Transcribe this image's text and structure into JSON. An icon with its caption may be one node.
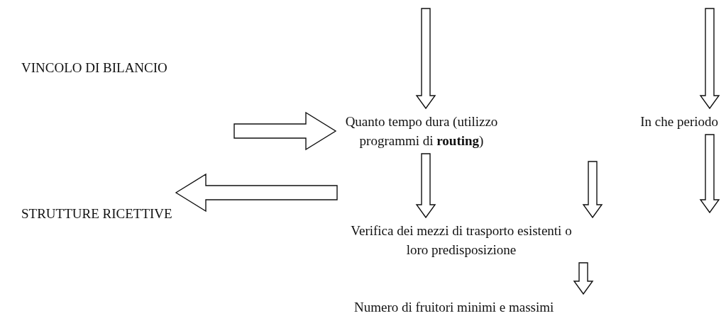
{
  "diagram": {
    "nodes": [
      {
        "text": [
          "VINCOLO DI BILANCIO"
        ]
      },
      {
        "text": [
          "Quanto tempo dura (utilizzo programmi di **routing**)"
        ]
      },
      {
        "text": [
          "In che periodo"
        ]
      },
      {
        "text": [
          "STRUTTURE RICETTIVE"
        ]
      },
      {
        "text": [
          "Verifica dei mezzi di trasporto esistenti o loro predisposizione"
        ]
      },
      {
        "text": [
          "Numero di fruitori minimi e massimi"
        ]
      }
    ],
    "edges": [
      {
        "from": null,
        "to": 1,
        "arrow": "to"
      },
      {
        "from": null,
        "to": 2,
        "arrow": "to"
      },
      {
        "from": null,
        "to": 1,
        "arrow": "to"
      },
      {
        "from": null,
        "to": 3,
        "arrow": "to"
      },
      {
        "from": 1,
        "to": 4,
        "arrow": "to"
      },
      {
        "from": null,
        "to": 4,
        "arrow": "to"
      },
      {
        "from": 2,
        "to": null,
        "arrow": "to"
      },
      {
        "from": 4,
        "to": 5,
        "arrow": "to"
      }
    ]
  }
}
